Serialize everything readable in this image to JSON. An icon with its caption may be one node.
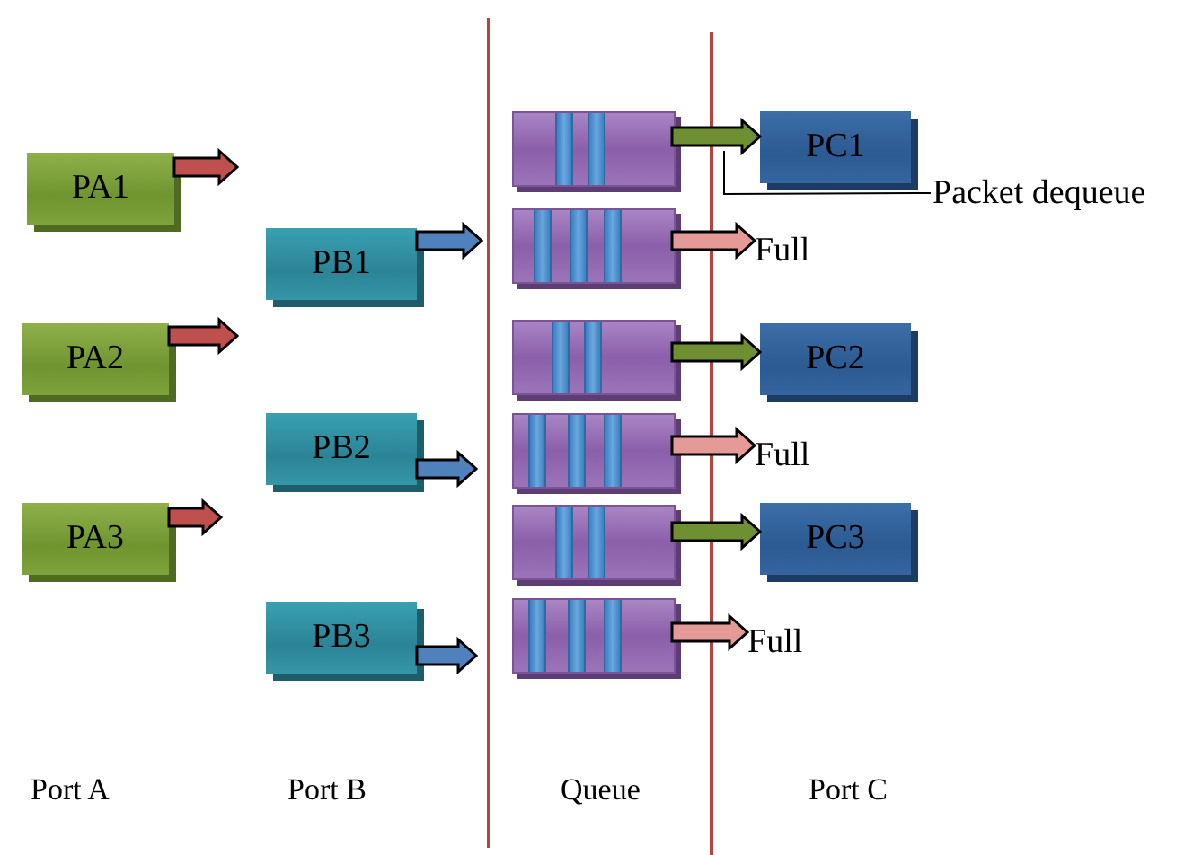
{
  "diagram": {
    "nodes": [
      {
        "text": [
          "PA1"
        ]
      },
      {
        "text": [
          "PA2"
        ]
      },
      {
        "text": [
          "PA3"
        ]
      },
      {
        "text": [
          "PB1"
        ]
      },
      {
        "text": [
          "PB2"
        ]
      },
      {
        "text": [
          "PB3"
        ]
      },
      {
        "text": [],
        "shape": "bar"
      },
      {
        "text": [],
        "shape": "bar"
      },
      {
        "text": [],
        "shape": "bar"
      },
      {
        "text": [],
        "shape": "bar"
      },
      {
        "text": [],
        "shape": "bar"
      },
      {
        "text": [],
        "shape": "bar"
      },
      {
        "text": [
          "PC1"
        ]
      },
      {
        "text": [
          "PC2"
        ]
      },
      {
        "text": [
          "PC3"
        ]
      },
      {
        "text": [
          "Full"
        ]
      },
      {
        "text": [
          "Full"
        ]
      },
      {
        "text": [
          "Full"
        ]
      },
      {
        "text": [
          "Packet dequeue"
        ]
      }
    ],
    "edges": [
      {
        "from": 0,
        "to": null,
        "arrow": "to",
        "color": "#c0504d"
      },
      {
        "from": 1,
        "to": null,
        "arrow": "to",
        "color": "#c0504d"
      },
      {
        "from": 2,
        "to": null,
        "arrow": "to",
        "color": "#c0504d"
      },
      {
        "from": 3,
        "to": null,
        "arrow": "to",
        "color": "#4f81bd"
      },
      {
        "from": 4,
        "to": null,
        "arrow": "to",
        "color": "#4f81bd"
      },
      {
        "from": 5,
        "to": null,
        "arrow": "to",
        "color": "#4f81bd"
      },
      {
        "from": 6,
        "to": 12,
        "arrow": "to",
        "color": "#6e8f32"
      },
      {
        "from": 7,
        "to": 15,
        "arrow": "to",
        "color": "#e49a96"
      },
      {
        "from": 8,
        "to": 13,
        "arrow": "to",
        "color": "#6e8f32"
      },
      {
        "from": 9,
        "to": 16,
        "arrow": "to",
        "color": "#e49a96"
      },
      {
        "from": 10,
        "to": 14,
        "arrow": "to",
        "color": "#6e8f32"
      },
      {
        "from": 11,
        "to": 17,
        "arrow": "to",
        "color": "#e49a96"
      },
      {
        "from": 18,
        "to": null,
        "arrow": "none"
      }
    ],
    "labels": [
      "Port A",
      "Port B",
      "Queue",
      "Port C"
    ]
  }
}
